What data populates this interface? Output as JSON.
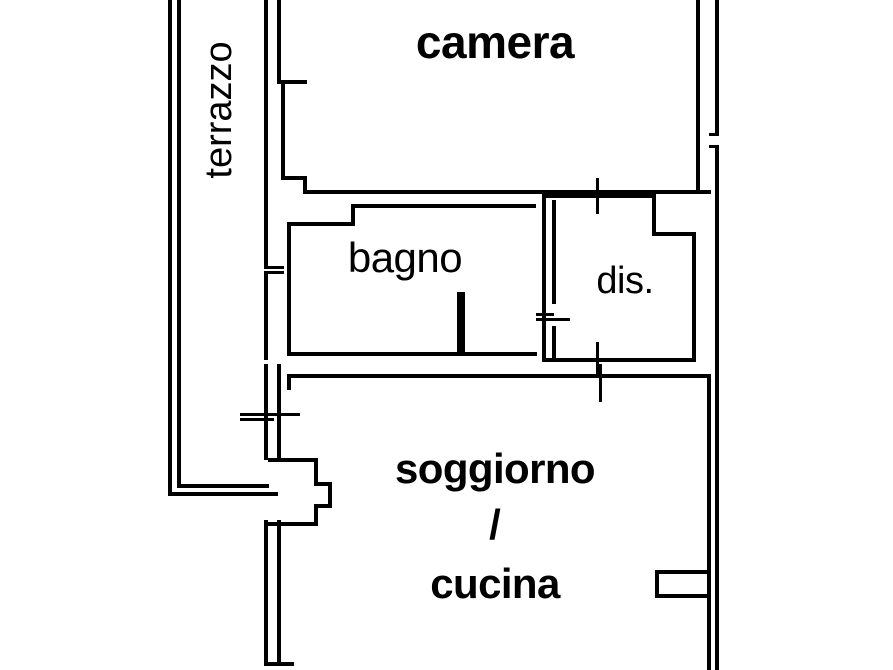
{
  "document": {
    "type": "floor-plan",
    "title": "Planimetria appartamento",
    "language": "it",
    "line_color": "#000000",
    "background_color": "#ffffff"
  },
  "rooms": [
    {
      "key": "camera",
      "label": "camera",
      "weight": "bold",
      "orientation": "horizontal"
    },
    {
      "key": "terrazzo",
      "label": "terrazzo",
      "weight": "regular",
      "orientation": "vertical-ccw"
    },
    {
      "key": "bagno",
      "label": "bagno",
      "weight": "regular",
      "orientation": "horizontal"
    },
    {
      "key": "dis",
      "label": "dis.",
      "weight": "regular",
      "orientation": "horizontal"
    },
    {
      "key": "soggiorno",
      "label": "soggiorno",
      "weight": "bold",
      "orientation": "horizontal"
    },
    {
      "key": "separator",
      "label": "/",
      "weight": "bold",
      "orientation": "horizontal"
    },
    {
      "key": "cucina",
      "label": "cucina",
      "weight": "bold",
      "orientation": "horizontal"
    }
  ],
  "labels": {
    "camera": "camera",
    "terrazzo": "terrazzo",
    "bagno": "bagno",
    "dis": "dis.",
    "soggiorno": "soggiorno",
    "slash": "/",
    "cucina": "cucina"
  }
}
